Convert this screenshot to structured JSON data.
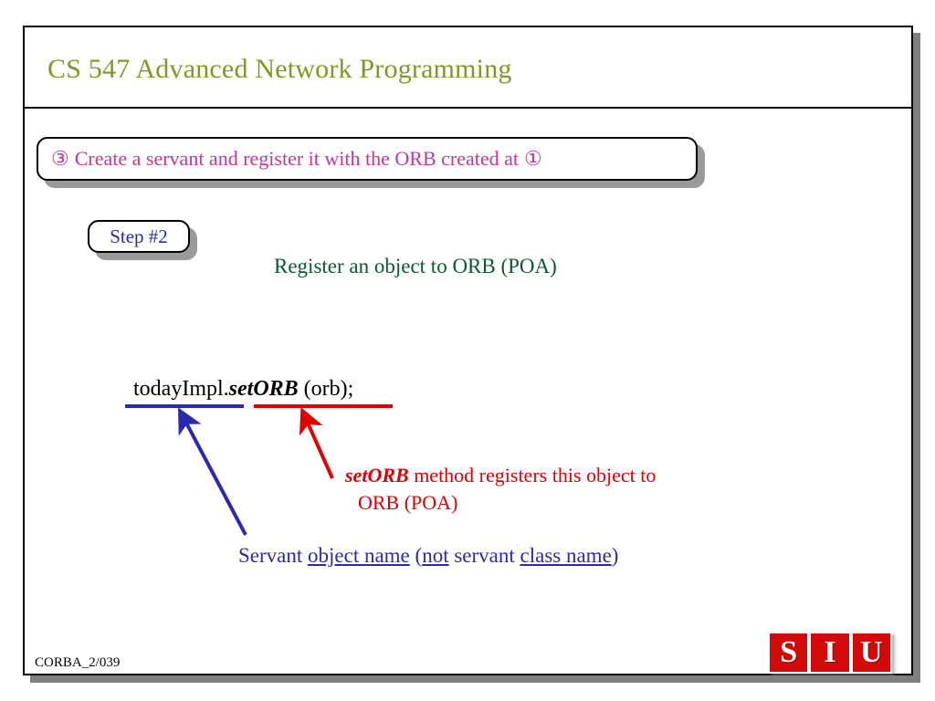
{
  "slide": {
    "title": "CS 547 Advanced Network Programming",
    "footer_code": "CORBA_2/039"
  },
  "callouts": {
    "step3": {
      "marker": "③",
      "text": "Create a servant and register it with the ORB created at",
      "trailing_marker": "①"
    },
    "step2": {
      "label": "Step #2"
    }
  },
  "body": {
    "green_heading": "Register an object to ORB (POA)",
    "code": {
      "prefix": "todayImpl.",
      "emphasis": "setORB",
      "suffix": " (orb);"
    },
    "red_note": {
      "emphasis": "setORB",
      "line1": " method registers this object to",
      "line2": "ORB (POA)"
    },
    "blue_note": {
      "part1": "Servant ",
      "underline1": "object name",
      "part2": " (",
      "underline2": "not",
      "part3": " servant ",
      "underline3": "class name",
      "part4": ")"
    }
  },
  "logo": {
    "letter1": "S",
    "letter2": "I",
    "letter3": "U"
  },
  "colors": {
    "title_green": "#7d9b23",
    "magenta": "#cc3399",
    "dark_green": "#0a5a2a",
    "blue": "#2a2ab0",
    "red": "#e00000",
    "logo_red": "#d40a0a",
    "frame_shadow": "#808080"
  }
}
